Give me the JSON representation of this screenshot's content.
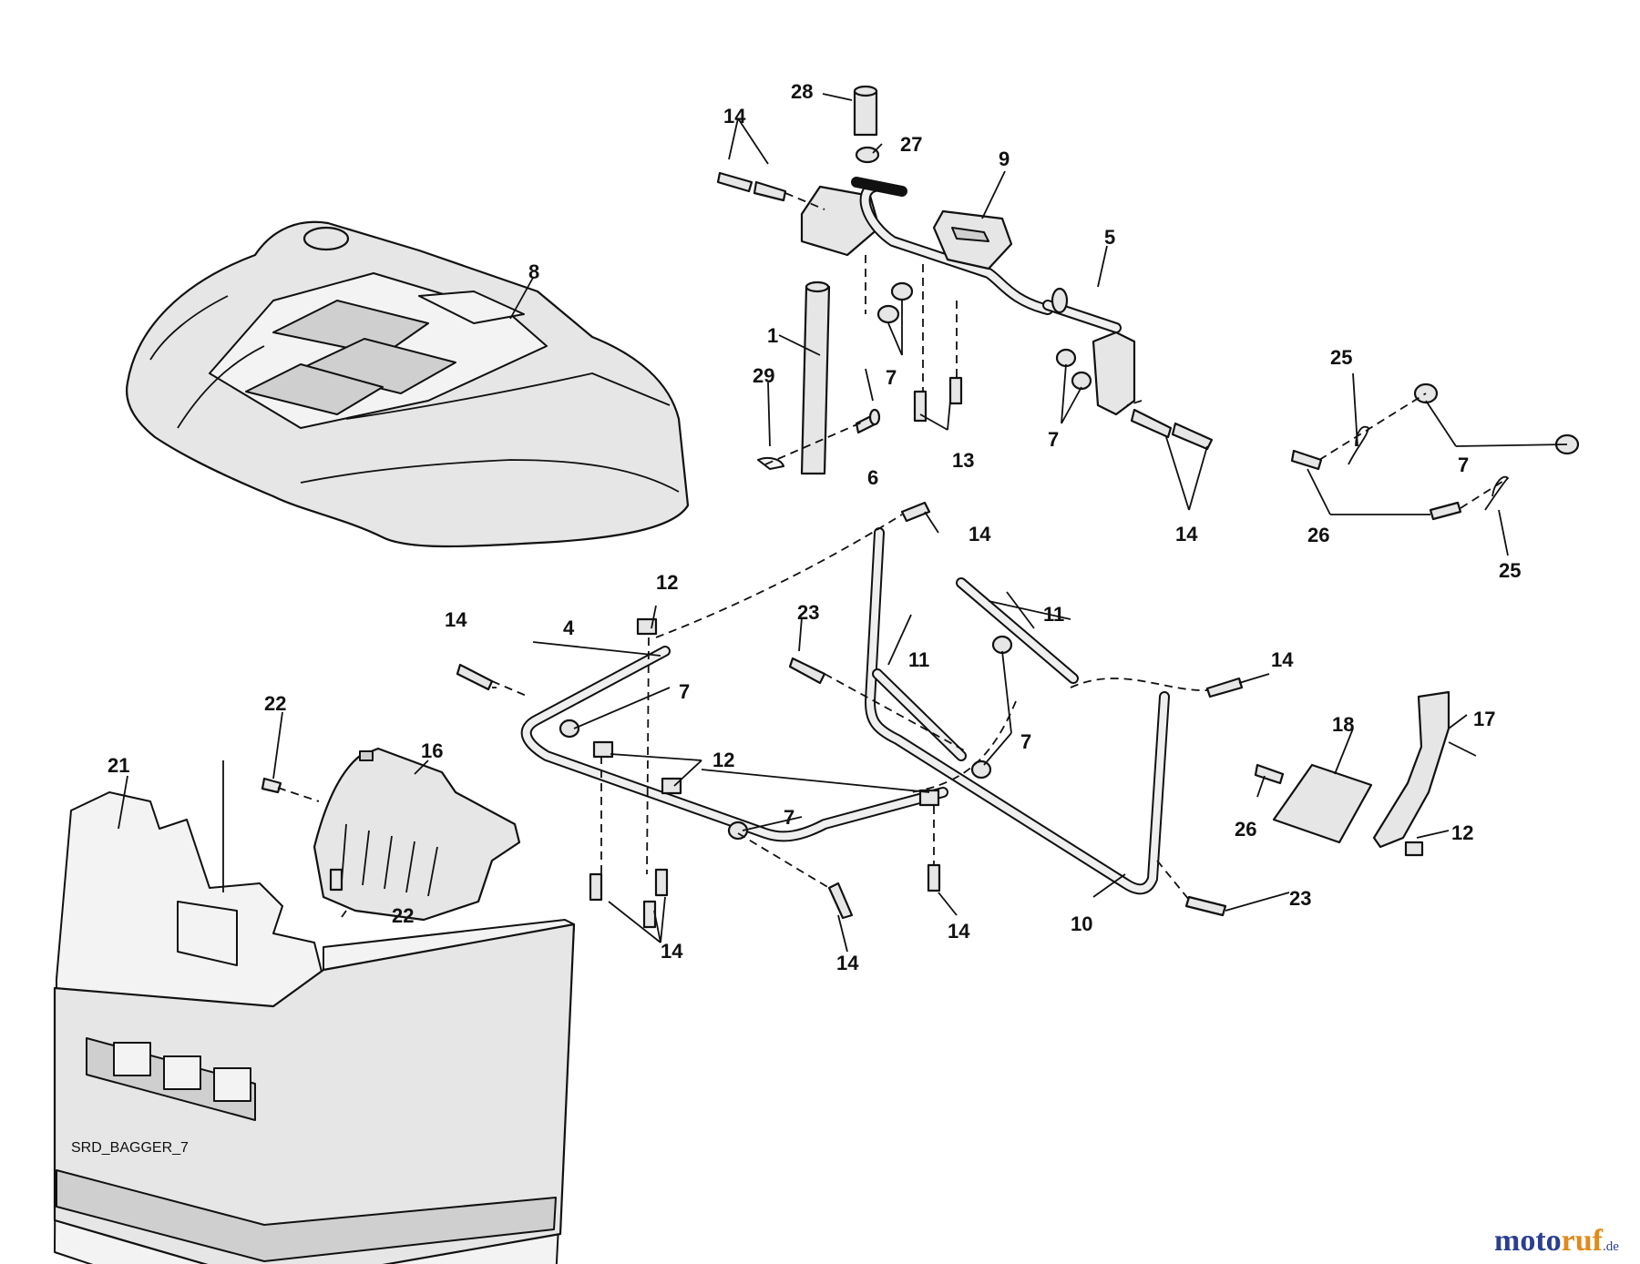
{
  "diagram_code": "SRD_BAGGER_7",
  "watermark": {
    "part1": "moto",
    "part2": "ruf",
    "suffix": ".de"
  },
  "callouts": {
    "c1": "1",
    "c4": "4",
    "c5": "5",
    "c6": "6",
    "c7": "7",
    "c8": "8",
    "c9": "9",
    "c10": "10",
    "c11": "11",
    "c12": "12",
    "c13": "13",
    "c14": "14",
    "c16": "16",
    "c17": "17",
    "c18": "18",
    "c21": "21",
    "c22": "22",
    "c23": "23",
    "c25": "25",
    "c26": "26",
    "c27": "27",
    "c28": "28",
    "c29": "29"
  }
}
